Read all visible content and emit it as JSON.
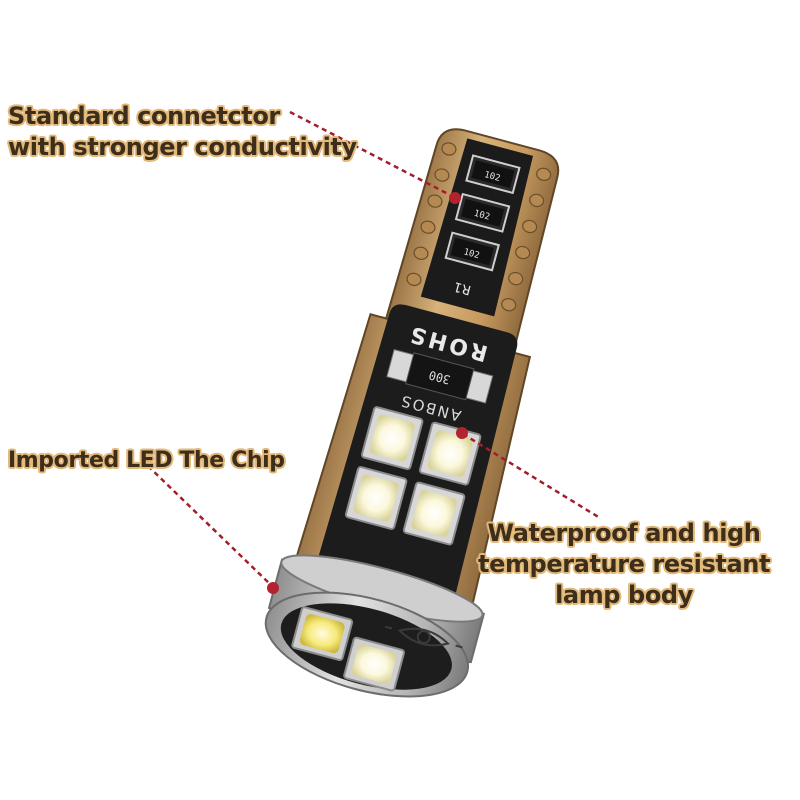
{
  "callouts": {
    "connector": {
      "line1": "Standard connetctor",
      "line2": "with stronger conductivity"
    },
    "chip": {
      "line1": "Imported LED The Chip"
    },
    "body": {
      "line1": "Waterproof and high",
      "line2": "temperature resistant",
      "line3": "lamp body"
    }
  },
  "pcb_markings": {
    "rohs": "ROHS",
    "resistor_1": "102",
    "resistor_2": "102",
    "resistor_3": "102",
    "r1": "R1",
    "code": "300",
    "brand": "ANBOS"
  },
  "colors": {
    "label_text": "#3d2e1c",
    "label_outline": "#e3b97a",
    "leader_line": "#a31e2a",
    "pcb": "#1c1c1c",
    "gold": "#c9a168",
    "led": "#f4f0c8"
  },
  "icons": [
    "led-bulb-illustration",
    "eye-logo-icon"
  ]
}
